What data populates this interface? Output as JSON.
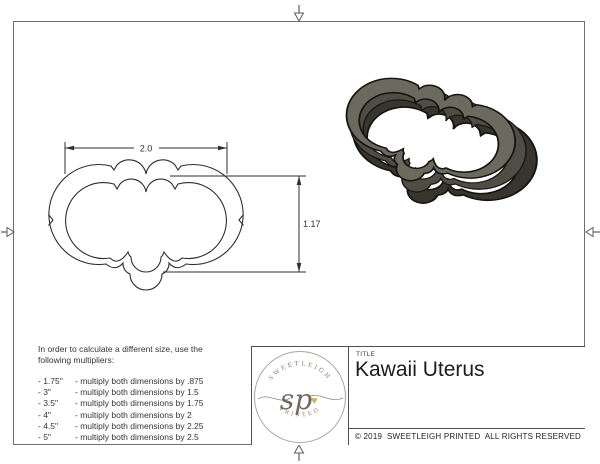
{
  "drawing": {
    "width_dim": "2.0",
    "height_dim": "1.17"
  },
  "notes": {
    "intro": "In order to calculate a different size, use the following multipliers:",
    "multipliers": [
      {
        "size": "- 1.75\"",
        "rule": "- multiply both dimensions by .875"
      },
      {
        "size": "- 3\"",
        "rule": "- multiply both dimensions by 1.5"
      },
      {
        "size": "- 3.5\"",
        "rule": "- multiply both dimensions by 1.75"
      },
      {
        "size": "- 4\"",
        "rule": "- multiply both dimensions by 2"
      },
      {
        "size": "- 4.5\"",
        "rule": "- multiply both dimensions by 2.25"
      },
      {
        "size": "- 5\"",
        "rule": "- multiply both dimensions by 2.5"
      }
    ]
  },
  "title_block": {
    "label": "TITLE",
    "title": "Kawaii Uterus",
    "copyright": "© 2019  SWEETLEIGH PRINTED  ALL RIGHTS RESERVED"
  },
  "logo": {
    "arc_top": "SWEETLEIGH",
    "arc_bottom": "PRINTED",
    "monogram": "sp",
    "accent": "♥"
  },
  "colors": {
    "line": "#2e2e2e",
    "cutter_top": "#6c6a5f",
    "cutter_mid": "#4f4d44",
    "cutter_back": "#37352d",
    "cutter_outline": "#15140f",
    "logo_ring": "#a9a49c",
    "logo_text": "#8a8177",
    "logo_script": "#6f6960",
    "logo_accent": "#d4af5e"
  }
}
